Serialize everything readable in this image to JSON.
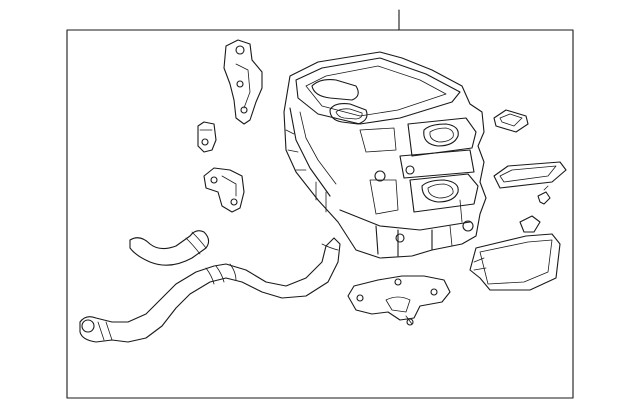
{
  "figure": {
    "background_color": "#ffffff",
    "line_color": "#1a1a1a",
    "parts": [
      "leader-line",
      "frame",
      "inverter-assembly",
      "upper-bracket",
      "small-clip",
      "lower-bracket",
      "short-hose",
      "long-hose",
      "gasket-plate",
      "cover-plate",
      "small-bolt",
      "mount-bracket",
      "protector-cover"
    ]
  }
}
